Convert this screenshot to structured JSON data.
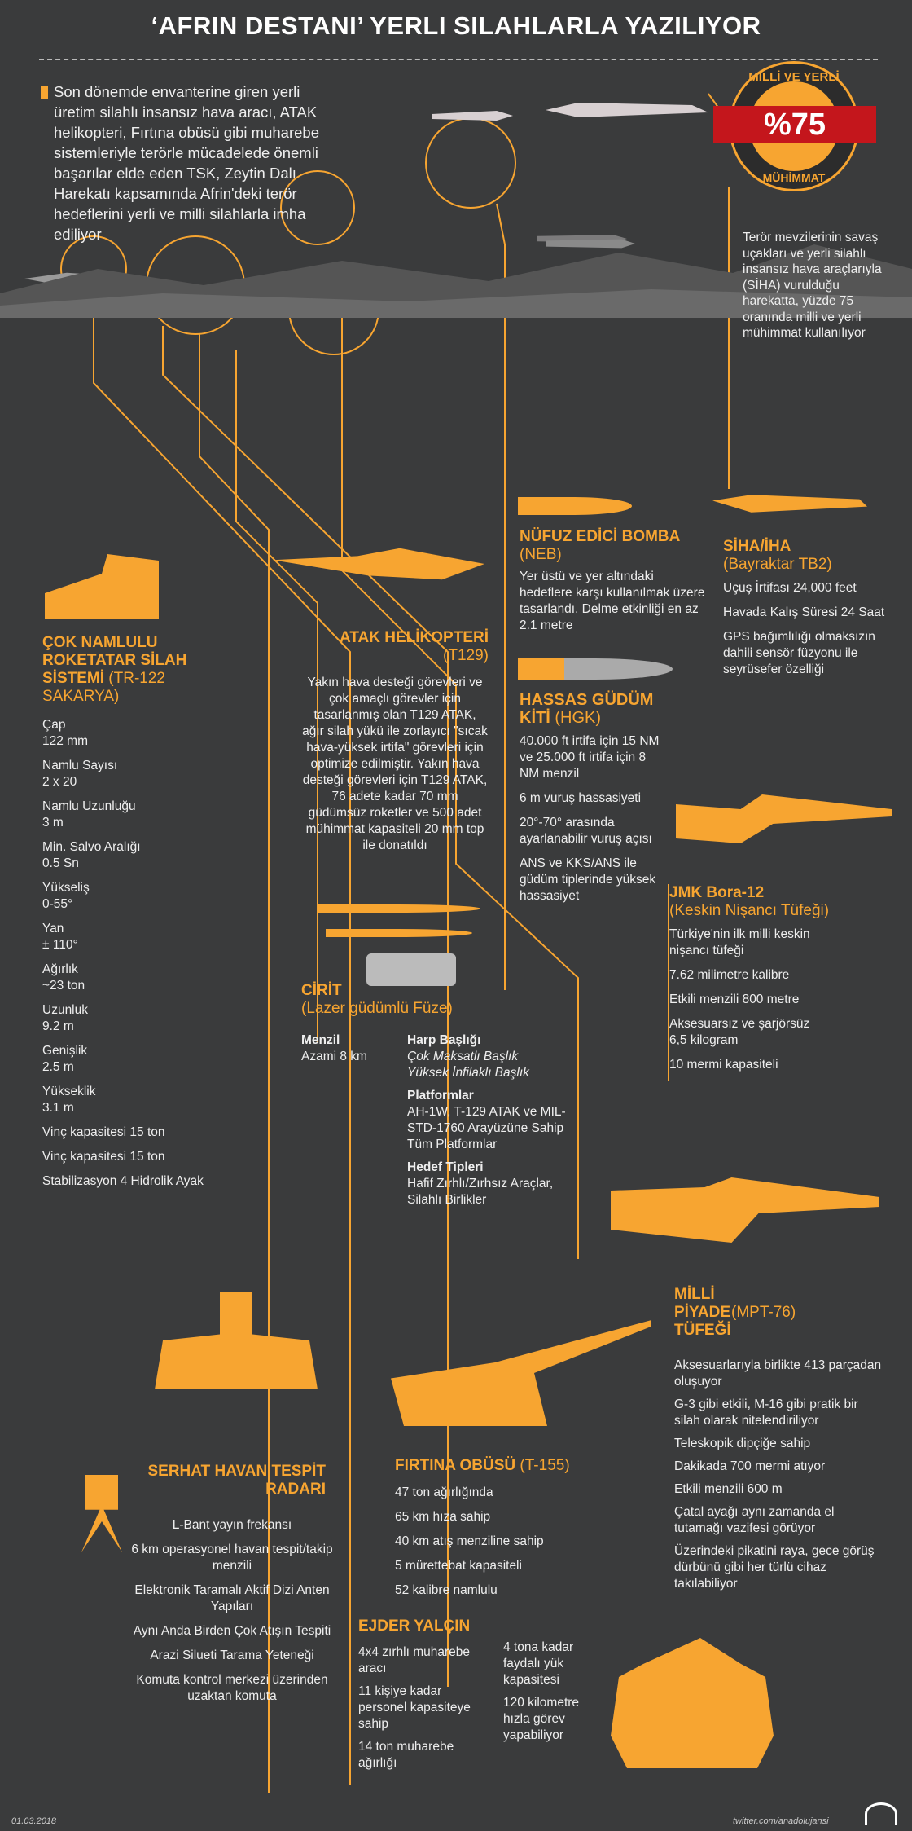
{
  "title": "‘AFRIN DESTANI’ YERLI SILAHLARLA YAZILIYOR",
  "intro": "Son dönemde envanterine giren yerli üretim silahlı insansız hava aracı, ATAK helikopteri, Fırtına obüsü gibi muharebe sistemleriyle terörle mücadelede önemli başarılar elde eden TSK, Zeytin Dalı Harekatı kapsamında Afrin'deki terör hedeflerini yerli ve milli silahlarla imha ediliyor",
  "badge": {
    "top": "MİLLİ VE YERLİ",
    "value": "%75",
    "bottom": "MÜHİMMAT",
    "text": "Terör mevzilerinin savaş uçakları ve yerli silahlı insansız hava araçlarıyla (SİHA) vurulduğu harekatta, yüzde 75 oranında milli ve yerli mühimmat kullanılıyor"
  },
  "colors": {
    "background": "#3a3b3c",
    "accent": "#f7a531",
    "ribbon": "#c4161c"
  },
  "siha": {
    "title": "SİHA/İHA",
    "sub": "(Bayraktar TB2)",
    "items": [
      "Uçuş İrtifası 24,000 feet",
      "Havada Kalış Süresi 24 Saat",
      "GPS bağımlılığı olmaksızın dahili sensör füzyonu ile seyrüsefer özelliği"
    ]
  },
  "neb": {
    "title": "NÜFUZ EDİCİ BOMBA",
    "sub": "(NEB)",
    "text": "Yer üstü ve yer altındaki hedeflere karşı kullanılmak üzere tasarlandı. Delme etkinliği en az 2.1 metre"
  },
  "hgk": {
    "title": "HASSAS GÜDÜM KİTİ",
    "sub": "(HGK)",
    "items": [
      "40.000 ft irtifa için 15 NM ve 25.000 ft irtifa için 8 NM menzil",
      "6 m vuruş hassasiyeti",
      "20°-70° arasında ayarlanabilir vuruş açısı",
      "ANS ve KKS/ANS ile güdüm tiplerinde yüksek hassasiyet"
    ]
  },
  "atak": {
    "title": "ATAK HELİKOPTERİ",
    "sub": "(T129)",
    "text": "Yakın hava desteği görevleri ve çok amaçlı görevler için tasarlanmış olan T129 ATAK, ağır silah yükü ile zorlayıcı \"sıcak hava-yüksek irtifa\" görevleri için optimize edilmiştir. Yakın hava desteği görevleri için T129 ATAK, 76 adete kadar 70 mm güdümsüz roketler ve 500 adet mühimmat kapasiteli 20 mm top ile donatıldı"
  },
  "tr122": {
    "title": "ÇOK NAMLULU ROKETATAR SİLAH SİSTEMİ",
    "sub": "(TR-122 SAKARYA)",
    "items": [
      [
        "Çap",
        "122 mm"
      ],
      [
        "Namlu Sayısı",
        "2 x 20"
      ],
      [
        "Namlu Uzunluğu",
        "3 m"
      ],
      [
        "Min. Salvo Aralığı",
        "0.5 Sn"
      ],
      [
        "Yükseliş",
        "0-55°"
      ],
      [
        "Yan",
        "± 110°"
      ],
      [
        "Ağırlık",
        "~23 ton"
      ],
      [
        "Uzunluk",
        "9.2 m"
      ],
      [
        "Genişlik",
        "2.5 m"
      ],
      [
        "Yükseklik",
        "3.1 m"
      ]
    ],
    "extra": [
      "Vinç kapasitesi 15 ton",
      "Vinç kapasitesi 15 ton",
      "Stabilizasyon 4 Hidrolik Ayak"
    ]
  },
  "cirit": {
    "title": "CİRİT",
    "sub": "(Lazer güdümlü Füze)",
    "range_label": "Menzil",
    "range": "Azami 8 km",
    "warhead_label": "Harp Başlığı",
    "warhead": [
      "Çok Maksatlı Başlık",
      "Yüksek İnfilaklı Başlık"
    ],
    "platforms_label": "Platformlar",
    "platforms": "AH-1W, T-129 ATAK ve MIL-STD-1760 Arayüzüne Sahip Tüm Platformlar",
    "targets_label": "Hedef Tipleri",
    "targets": "Hafif Zırhlı/Zırhsız Araçlar, Silahlı Birlikler"
  },
  "jmk": {
    "title": "JMK Bora-12",
    "sub": "(Keskin Nişancı Tüfeği)",
    "items": [
      "Türkiye'nin ilk milli keskin nişancı tüfeği",
      "7.62 milimetre kalibre",
      "Etkili menzili 800 metre",
      "Aksesuarsız ve şarjörsüz 6,5 kilogram",
      "10 mermi kapasiteli"
    ]
  },
  "mpt": {
    "title": "MİLLİ PİYADE TÜFEĞİ",
    "sub": "(MPT-76)",
    "items": [
      "Aksesuarlarıyla birlikte 413 parçadan oluşuyor",
      "G-3 gibi etkili, M-16 gibi pratik bir silah olarak nitelendiriliyor",
      "Teleskopik dipçiğe sahip",
      "Dakikada 700 mermi atıyor",
      "Etkili menzili 600 m",
      "Çatal ayağı aynı zamanda el tutamağı vazifesi görüyor",
      "Üzerindeki pikatini raya, gece görüş dürbünü gibi her türlü cihaz takılabiliyor"
    ]
  },
  "firtina": {
    "title": "FIRTINA OBÜSÜ",
    "sub": "(T-155)",
    "items": [
      "47 ton ağırlığında",
      "65 km hıza sahip",
      "40 km atış menziline sahip",
      "5 mürettebat kapasiteli",
      "52 kalibre namlulu"
    ]
  },
  "serhat": {
    "title": "SERHAT HAVAN TESPİT RADARI",
    "items": [
      "L-Bant yayın frekansı",
      "6 km operasyonel havan tespit/takip menzili",
      "Elektronik Taramalı Aktif Dizi Anten Yapıları",
      "Aynı Anda Birden Çok Atışın Tespiti",
      "Arazi Silueti Tarama Yeteneği",
      "Komuta kontrol merkezi üzerinden uzaktan komuta"
    ]
  },
  "ejder": {
    "title": "EJDER YALÇIN",
    "left": [
      "4x4 zırhlı muharebe aracı",
      "11 kişiye kadar personel kapasiteye sahip",
      "14 ton muharebe ağırlığı"
    ],
    "right": [
      "4 tona kadar faydalı yük kapasitesi",
      "120 kilometre hızla görev yapabiliyor"
    ]
  },
  "footer": {
    "date": "01.03.2018",
    "twitter": "twitter.com/anadolujansi",
    "logo": "AA"
  }
}
